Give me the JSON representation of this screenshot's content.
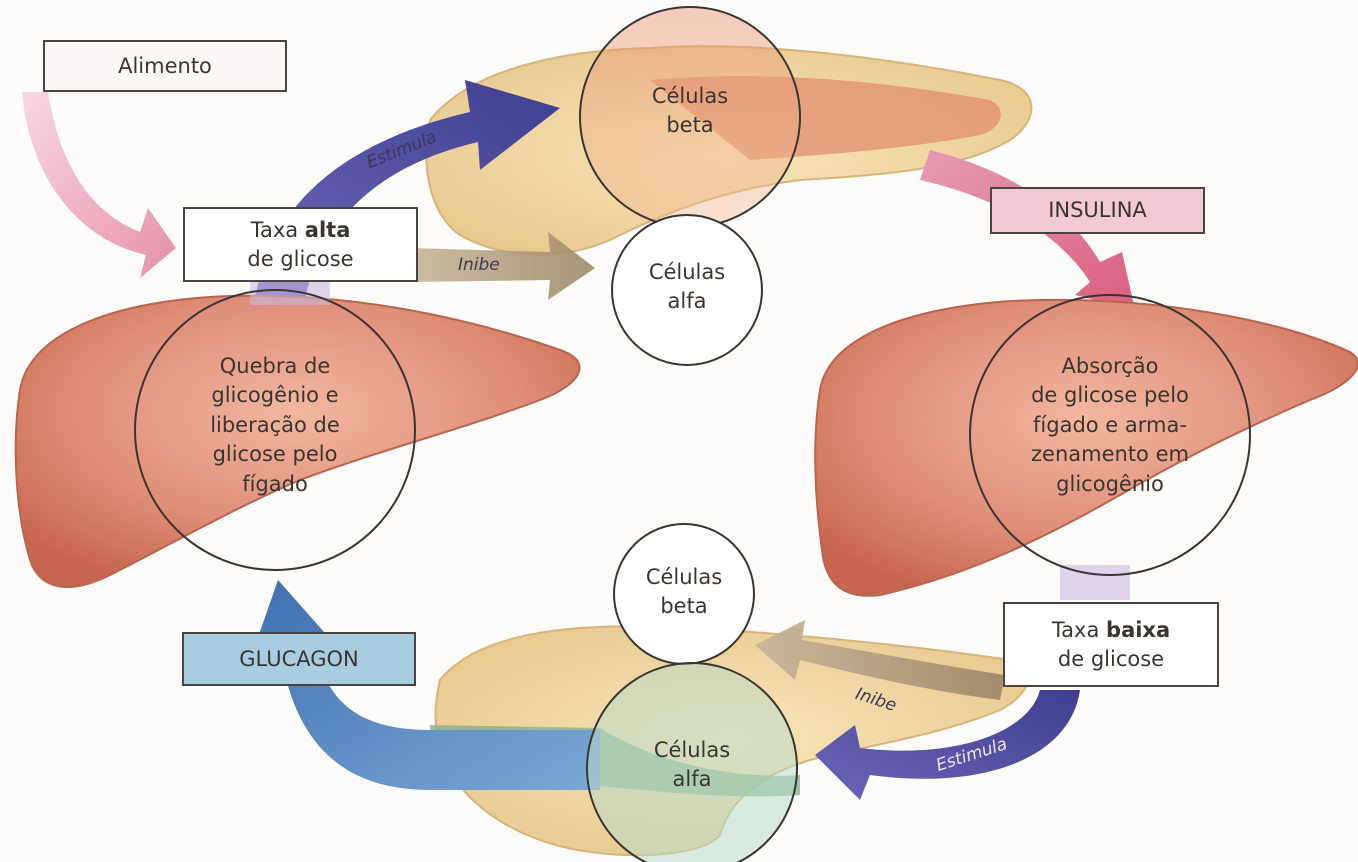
{
  "boxes": {
    "alimento": "Alimento",
    "insulina": "INSULINA",
    "glucagon": "GLUCAGON",
    "taxa_alta_prefix": "Taxa ",
    "taxa_alta_bold": "alta",
    "taxa_alta_suffix": "de glicose",
    "taxa_baixa_prefix": "Taxa ",
    "taxa_baixa_bold": "baixa",
    "taxa_baixa_suffix": "de glicose"
  },
  "circles": {
    "beta_top_1": "Células",
    "beta_top_2": "beta",
    "alfa_top_1": "Células",
    "alfa_top_2": "alfa",
    "beta_bottom_1": "Células",
    "beta_bottom_2": "beta",
    "alfa_bottom_1": "Células",
    "alfa_bottom_2": "alfa",
    "liver_left": [
      "Quebra de",
      "glicogênio e",
      "liberação de",
      "glicose pelo",
      "fígado"
    ],
    "liver_right": [
      "Absorção",
      "de glicose pelo",
      "fígado e arma-",
      "zenamento em",
      "glicogênio"
    ]
  },
  "arrows": {
    "estimula_top": "Estimula",
    "inibe_top": "Inibe",
    "inibe_bottom": "Inibe",
    "estimula_bottom": "Estimula"
  },
  "colors": {
    "liver": "#d9826a",
    "pancreas": "#f0d9a0",
    "insulin_arrow": "#d9708f",
    "stimulate_arrow": "#4a4a9a",
    "inhibit_arrow": "#a89070",
    "glucagon_arrow": "#4a78b8",
    "food_arrow": "#e89ab0",
    "insulina_box": "#f3c9d6",
    "glucagon_box": "#a9cde0"
  }
}
